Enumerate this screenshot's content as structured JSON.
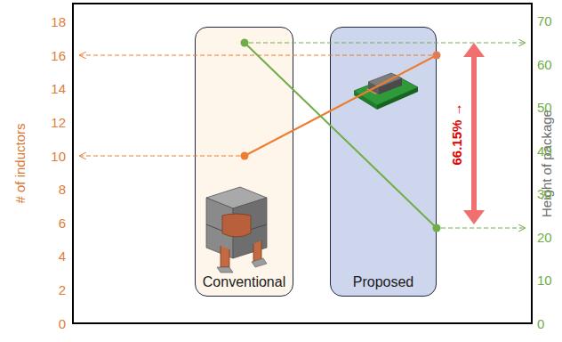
{
  "diagram": {
    "nodes": [
      {
        "text": [
          "Conventional"
        ]
      },
      {
        "text": [
          "Proposed"
        ]
      }
    ],
    "labels": [
      "# of inductors",
      "Height of package",
      "0",
      "2",
      "4",
      "6",
      "8",
      "10",
      "12",
      "14",
      "16",
      "18",
      "0",
      "10",
      "20",
      "30",
      "40",
      "50",
      "60",
      "70",
      "66.15% →"
    ]
  }
}
